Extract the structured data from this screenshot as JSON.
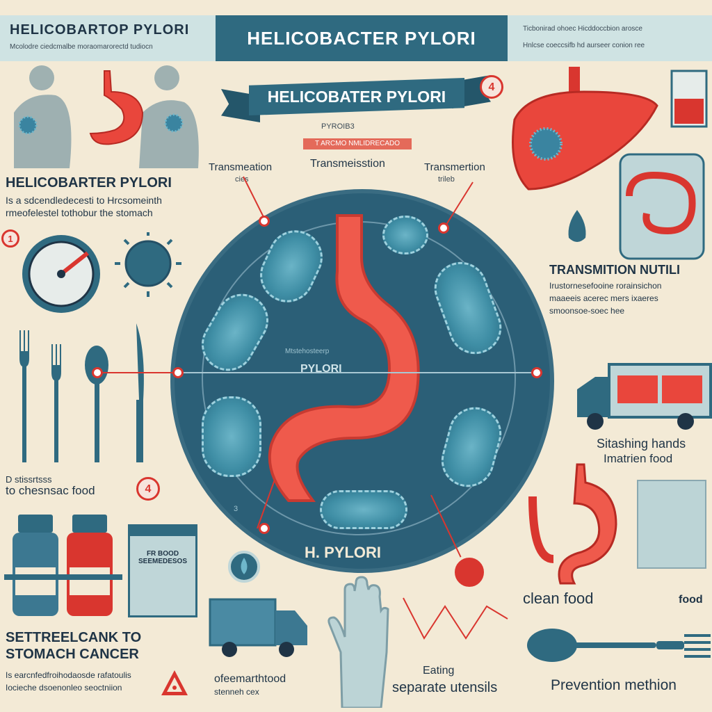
{
  "header": {
    "left_title": "HELICOBARTOP PYLORI",
    "left_sub": "Mcolodre ciedcmalbe moraomarorectd tudiocn",
    "center_title": "HELICOBACTER PYLORI",
    "right_line1": "Ticbonirad ohoec Hicddoccbion arosce",
    "right_line2": "Hnlcse coeccsifb hd aurseer conion ree"
  },
  "ribbon": {
    "title": "HELICOBATER PYLORI",
    "sub": "PYROIB3",
    "redbar": "T ARCMO NMLIDRECADO"
  },
  "transmission_labels": {
    "left": "Transmeation",
    "left_sub": "cies",
    "center": "Transmeisstion",
    "right": "Transmertion",
    "right_sub": "trileb"
  },
  "left_block": {
    "heading": "HELICOBARTER PYLORI",
    "line1": "Is a sdcendledecesti to Hrcsomeinth",
    "line2": "rmeofelestel tothobur the stomach"
  },
  "badges": {
    "b1": "1",
    "b4_top": "4",
    "b4_left": "4"
  },
  "circle": {
    "center_sub": "Mtstehosteerp",
    "center_label": "PYLORI",
    "bottom_label": "H. PYLORI",
    "number_three": "3"
  },
  "right_block": {
    "heading": "TRANSMITION NUTILI",
    "line1": "Irustornesefooine rorainsichon",
    "line2": "maaeeis acerec mers ixaeres",
    "line3": "smoonsoe-soec hee"
  },
  "left_small": {
    "a": "D stissrtsss",
    "b": "to chesnsac food"
  },
  "left_bottom": {
    "heading1": "SETTREELCANK TO",
    "heading2": "STOMACH CANCER",
    "line1": "Is earcnfedfroihodaosde rafatoulis",
    "line2": "Iocieche dsoenonleo seoctniion"
  },
  "pack_label": "FR BOOD SEEMEDESOS",
  "right_mid": {
    "line1": "Sitashing hands",
    "line2": "Imatrien food"
  },
  "bottom_labels": {
    "ofood1": "ofeemarthtood",
    "ofood2": "stenneh cex",
    "eating": "Eating",
    "separate": "separate utensils",
    "clean": "clean food",
    "prevention": "Prevention methion",
    "food_label": "food"
  },
  "colors": {
    "accent": "#2f6a80",
    "alert": "#d9362f",
    "background": "#f3ead6",
    "bacteria": "#4f9fb4",
    "organ": "#ef5a4c"
  },
  "icons": [
    "person-silhouette-icon",
    "stomach-icon",
    "virus-icon",
    "gauge-icon",
    "fork-icon",
    "knife-icon",
    "medicine-bottle-icon",
    "truck-icon",
    "glove-hand-icon",
    "liver-icon",
    "intestine-icon",
    "warning-triangle-icon",
    "spoon-icon",
    "water-drop-icon",
    "jar-icon"
  ]
}
